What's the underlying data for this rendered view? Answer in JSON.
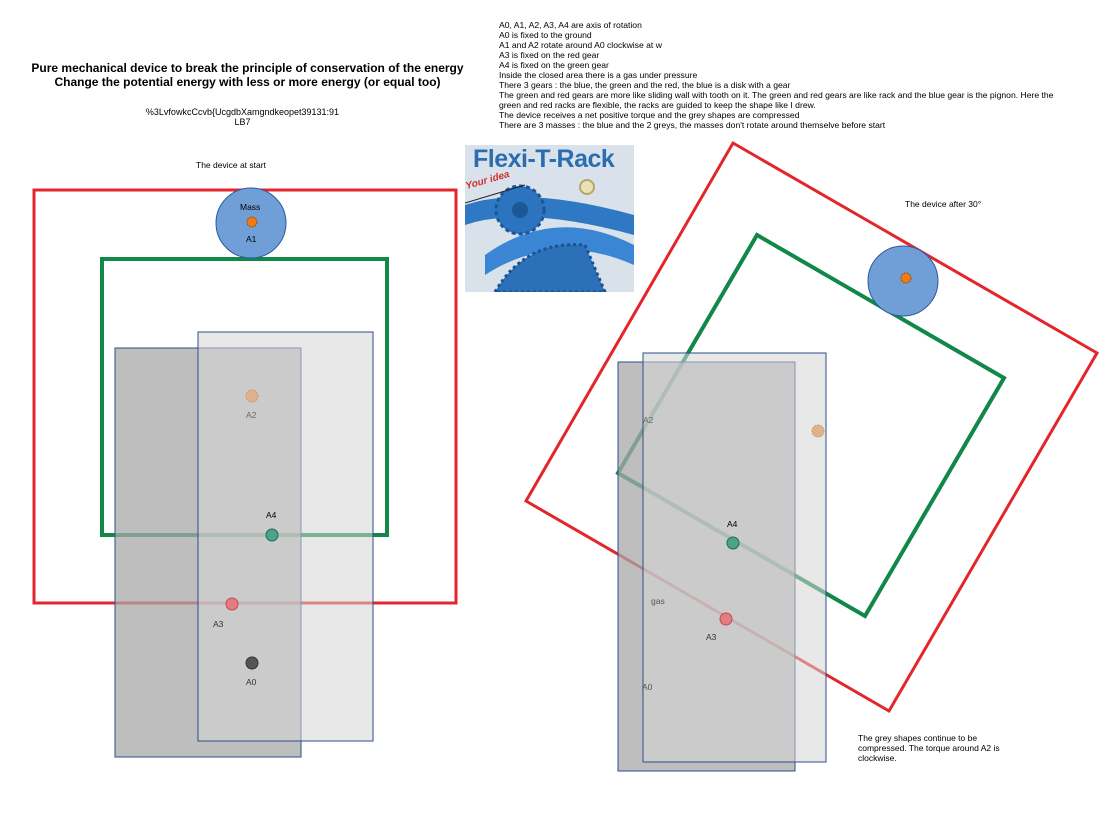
{
  "title": {
    "line1": "Pure mechanical device to break the principle of conservation of the energy",
    "line2": "Change the potential energy with less or more energy (or equal too)"
  },
  "code": {
    "line1": "%3LvfowkcCcvb{UcgdbXamgndkeopet39131:91",
    "line2": "LB7"
  },
  "notes": [
    "A0, A1, A2, A3, A4 are axis of rotation",
    "A0 is fixed to the ground",
    "A1 and A2 rotate around A0 clockwise at w",
    "A3 is fixed on the red gear",
    "A4 is fixed on the green gear",
    "Inside the closed area there is a gas under pressure",
    "There 3 gears : the blue, the green and the red, the blue is a disk with a gear",
    "The green and red gears are more like sliding wall with tooth on it. The green and red gears are like rack and the blue gear is the pignon. Here the green and red racks are flexible, the racks are guided to keep the shape like I drew.",
    "The device receives a net positive torque and the grey shapes are compressed",
    "There are 3 masses : the blue and the 2 greys, the masses don't rotate around themselve before start"
  ],
  "captions": {
    "start": "The device at start",
    "after": "The device after 30°",
    "grey_note": "The grey shapes continue to be compressed. The torque around A2 is clockwise."
  },
  "logo": {
    "title": "Flexi-T-Rack",
    "subtitle": "Your idea"
  },
  "labels": {
    "mass": "Mass",
    "a0": "A0",
    "a1": "A1",
    "a2": "A2",
    "a3": "A3",
    "a4": "A4",
    "gas": "gas"
  },
  "colors": {
    "red_rack": "#e3262b",
    "green_rack": "#11874a",
    "blue_gear": "#6f9fd6",
    "grey_dark": "#a8a8a8",
    "grey_light": "#e0e0e0",
    "axis_orange": "#f07b14"
  }
}
